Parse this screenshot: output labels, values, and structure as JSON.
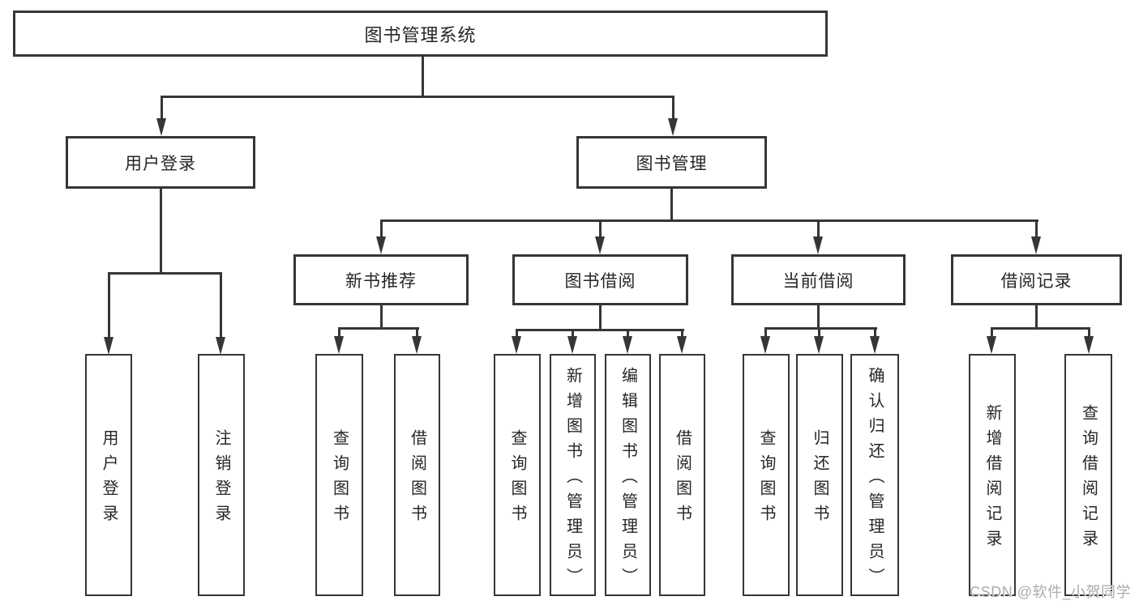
{
  "diagram": {
    "root": "图书管理系统",
    "level2": {
      "user_login": "用户登录",
      "book_management": "图书管理"
    },
    "user_login_children": [
      "用户登录",
      "注销登录"
    ],
    "level3": [
      "新书推荐",
      "图书借阅",
      "当前借阅",
      "借阅记录"
    ],
    "new_book_children": [
      "查询图书",
      "借阅图书"
    ],
    "borrow_children": [
      "查询图书",
      "新增图书（管理员）",
      "编辑图书（管理员）",
      "借阅图书"
    ],
    "current_children": [
      "查询图书",
      "归还图书",
      "确认归还（管理员）"
    ],
    "record_children": [
      "新增借阅记录",
      "查询借阅记录"
    ],
    "watermark": "CSDN @软件_小贺同学",
    "colors": {
      "line": "#363636",
      "border": "#363636",
      "text": "#262626",
      "background": "#ffffff",
      "watermark": "#ababab"
    }
  }
}
